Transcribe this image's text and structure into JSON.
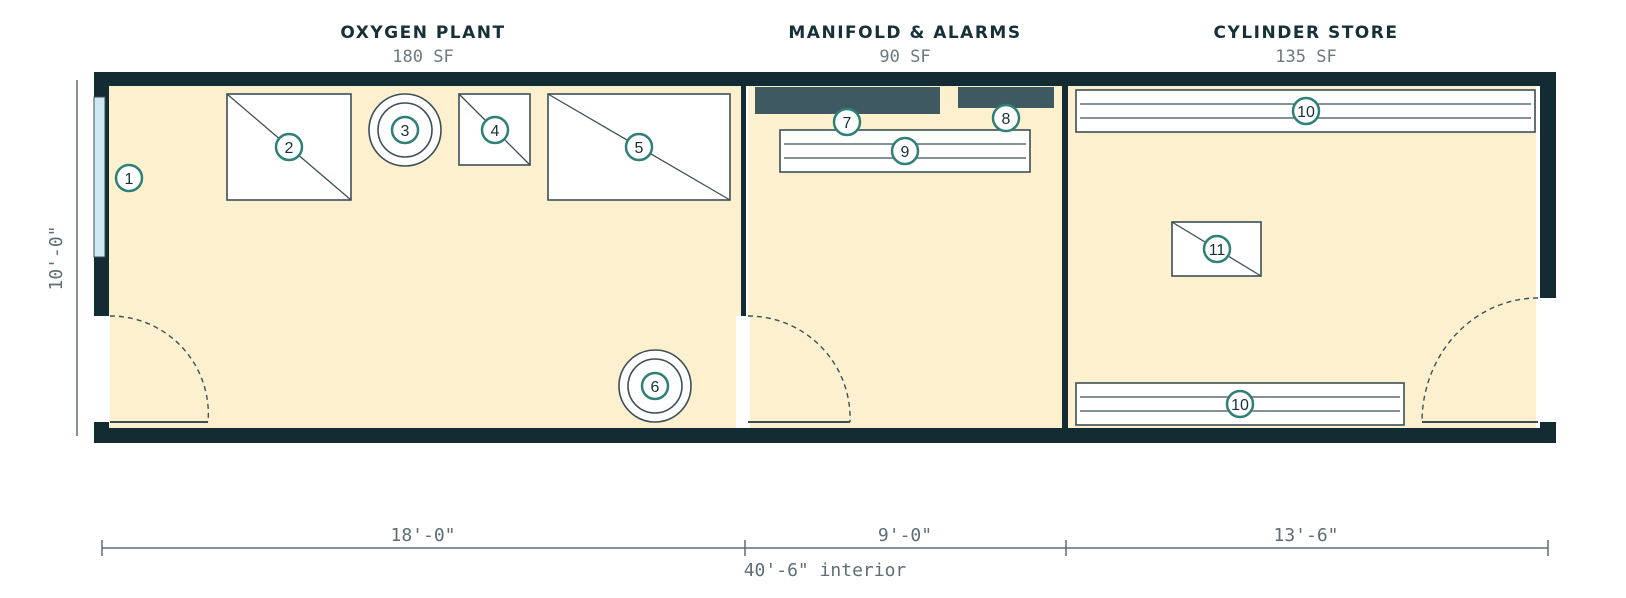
{
  "rooms": [
    {
      "name": "OXYGEN PLANT",
      "area": "180 SF"
    },
    {
      "name": "MANIFOLD & ALARMS",
      "area": "90 SF"
    },
    {
      "name": "CYLINDER STORE",
      "area": "135 SF"
    }
  ],
  "dimensions": {
    "height": "10'-0\"",
    "segments": [
      "18'-0\"",
      "9'-0\"",
      "13'-6\""
    ],
    "total": "40'-6\" interior"
  },
  "tags": {
    "t1": "1",
    "t2": "2",
    "t3": "3",
    "t4": "4",
    "t5": "5",
    "t6": "6",
    "t7": "7",
    "t8": "8",
    "t9": "9",
    "t10a": "10",
    "t10b": "10",
    "t11": "11"
  },
  "colors": {
    "floor": "#fdf0cf",
    "wall": "#132b33",
    "tag_ring": "#2e8079",
    "panel": "#3f5962",
    "window": "#cde8ef"
  }
}
